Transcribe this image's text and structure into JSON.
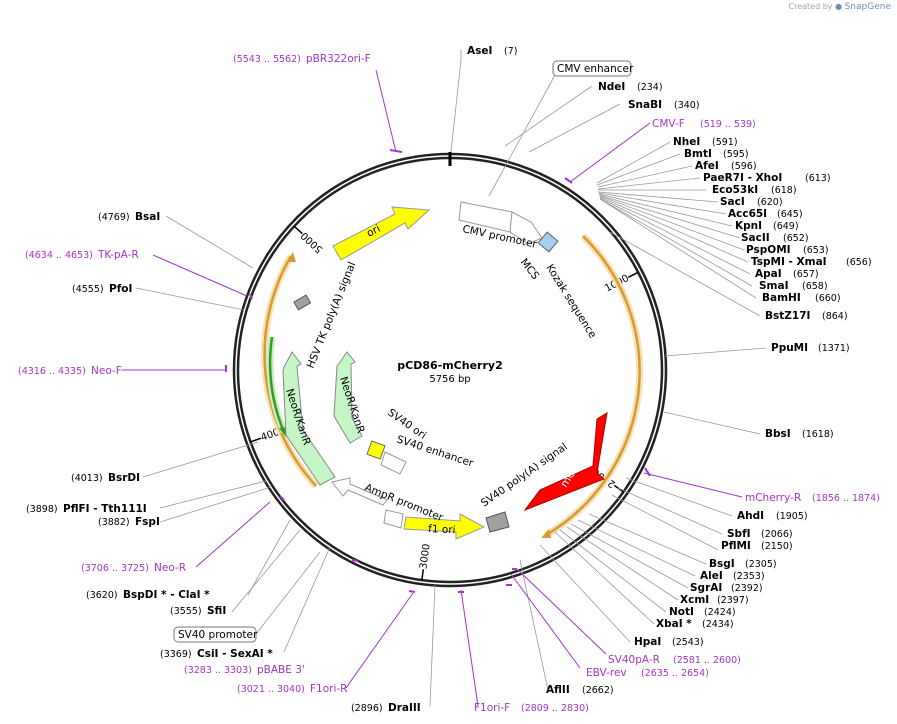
{
  "credit": {
    "prefix": "Created by",
    "brand": "SnapGene"
  },
  "plasmid": {
    "name": "pCD86-mCherry2",
    "size": "5756 bp",
    "length": 5756
  },
  "ticks": [
    {
      "bp": 1000,
      "label": "1000"
    },
    {
      "bp": 2000,
      "label": "2000"
    },
    {
      "bp": 3000,
      "label": "3000"
    },
    {
      "bp": 4000,
      "label": "4000"
    },
    {
      "bp": 5000,
      "label": "5000"
    }
  ],
  "colors": {
    "primer": "#a335c8",
    "orange_arc": "#d79a35",
    "yellow": "#ffff00",
    "red": "#ff0000",
    "green_feat": "#c6f5c6",
    "green_arc": "#3a9a24",
    "promoter": "#ffffff",
    "blue": "#a7cdf2",
    "gray": "#a0a0a0"
  },
  "enzymes": [
    {
      "name": "AseI",
      "pos": "(7)",
      "bp": 7
    },
    {
      "name": "NdeI",
      "pos": "(234)",
      "bp": 234
    },
    {
      "name": "SnaBI",
      "pos": "(340)",
      "bp": 340
    },
    {
      "name": "NheI",
      "pos": "(591)",
      "bp": 591
    },
    {
      "name": "BmtI",
      "pos": "(595)",
      "bp": 595
    },
    {
      "name": "AfeI",
      "pos": "(596)",
      "bp": 596
    },
    {
      "name": "PaeR7I - XhoI",
      "pos": "(613)",
      "bp": 613
    },
    {
      "name": "Eco53kI",
      "pos": "(618)",
      "bp": 618
    },
    {
      "name": "SacI",
      "pos": "(620)",
      "bp": 620
    },
    {
      "name": "Acc65I",
      "pos": "(645)",
      "bp": 645
    },
    {
      "name": "KpnI",
      "pos": "(649)",
      "bp": 649
    },
    {
      "name": "SacII",
      "pos": "(652)",
      "bp": 652
    },
    {
      "name": "PspOMI",
      "pos": "(653)",
      "bp": 653
    },
    {
      "name": "TspMI - XmaI",
      "pos": "(656)",
      "bp": 656
    },
    {
      "name": "ApaI",
      "pos": "(657)",
      "bp": 657
    },
    {
      "name": "SmaI",
      "pos": "(658)",
      "bp": 658
    },
    {
      "name": "BamHI",
      "pos": "(660)",
      "bp": 660
    },
    {
      "name": "BstZ17I",
      "pos": "(864)",
      "bp": 864
    },
    {
      "name": "PpuMI",
      "pos": "(1371)",
      "bp": 1371
    },
    {
      "name": "BbsI",
      "pos": "(1618)",
      "bp": 1618
    },
    {
      "name": "AhdI",
      "pos": "(1905)",
      "bp": 1905
    },
    {
      "name": "SbfI",
      "pos": "(2066)",
      "bp": 2066
    },
    {
      "name": "PflMI",
      "pos": "(2150)",
      "bp": 2150
    },
    {
      "name": "BsgI",
      "pos": "(2305)",
      "bp": 2305
    },
    {
      "name": "AleI",
      "pos": "(2353)",
      "bp": 2353
    },
    {
      "name": "SgrAI",
      "pos": "(2392)",
      "bp": 2392
    },
    {
      "name": "XcmI",
      "pos": "(2397)",
      "bp": 2397
    },
    {
      "name": "NotI",
      "pos": "(2424)",
      "bp": 2424
    },
    {
      "name": "XbaI *",
      "pos": "(2434)",
      "bp": 2434
    },
    {
      "name": "HpaI",
      "pos": "(2543)",
      "bp": 2543
    },
    {
      "name": "AflII",
      "pos": "(2662)",
      "bp": 2662
    },
    {
      "name": "DraIII",
      "pos": "(2896)",
      "bp": 2896
    },
    {
      "name": "CsiI - SexAI *",
      "pos": "(3369)",
      "bp": 3369
    },
    {
      "name": "SfiI",
      "pos": "(3555)",
      "bp": 3555
    },
    {
      "name": "BspDI * - ClaI *",
      "pos": "(3620)",
      "bp": 3620
    },
    {
      "name": "FspI",
      "pos": "(3882)",
      "bp": 3882
    },
    {
      "name": "PflFI - Tth111I",
      "pos": "(3898)",
      "bp": 3898
    },
    {
      "name": "BsrDI",
      "pos": "(4013)",
      "bp": 4013
    },
    {
      "name": "PfoI",
      "pos": "(4555)",
      "bp": 4555
    },
    {
      "name": "BsaI",
      "pos": "(4769)",
      "bp": 4769
    }
  ],
  "primers": [
    {
      "name": "pBR322ori-F",
      "pos": "(5543 .. 5562)",
      "bp": 5552
    },
    {
      "name": "CMV-F",
      "pos": "(519 .. 539)",
      "bp": 529
    },
    {
      "name": "mCherry-R",
      "pos": "(1856 .. 1874)",
      "bp": 1865
    },
    {
      "name": "SV40pA-R",
      "pos": "(2581 .. 2600)",
      "bp": 2590
    },
    {
      "name": "EBV-rev",
      "pos": "(2635 .. 2654)",
      "bp": 2644
    },
    {
      "name": "F1ori-F",
      "pos": "(2809 .. 2830)",
      "bp": 2820
    },
    {
      "name": "F1ori-R",
      "pos": "(3021 .. 3040)",
      "bp": 3030
    },
    {
      "name": "pBABE 3'",
      "pos": "(3283 .. 3303)",
      "bp": 3293
    },
    {
      "name": "Neo-R",
      "pos": "(3706 .. 3725)",
      "bp": 3715
    },
    {
      "name": "Neo-F",
      "pos": "(4316 .. 4335)",
      "bp": 4325
    },
    {
      "name": "TK-pA-R",
      "pos": "(4634 .. 4653)",
      "bp": 4643
    }
  ],
  "callouts": [
    {
      "name": "CMV enhancer"
    },
    {
      "name": "SV40 promoter"
    }
  ],
  "features": [
    {
      "name": "CMV promoter"
    },
    {
      "name": "MCS"
    },
    {
      "name": "Kozak sequence"
    },
    {
      "name": "mCherry2"
    },
    {
      "name": "SV40 poly(A) signal"
    },
    {
      "name": "f1 ori"
    },
    {
      "name": "AmpR promoter"
    },
    {
      "name": "SV40 ori"
    },
    {
      "name": "SV40 enhancer"
    },
    {
      "name": "NeoR/KanR"
    },
    {
      "name": "HSV TK poly(A) signal"
    },
    {
      "name": "ori"
    }
  ]
}
